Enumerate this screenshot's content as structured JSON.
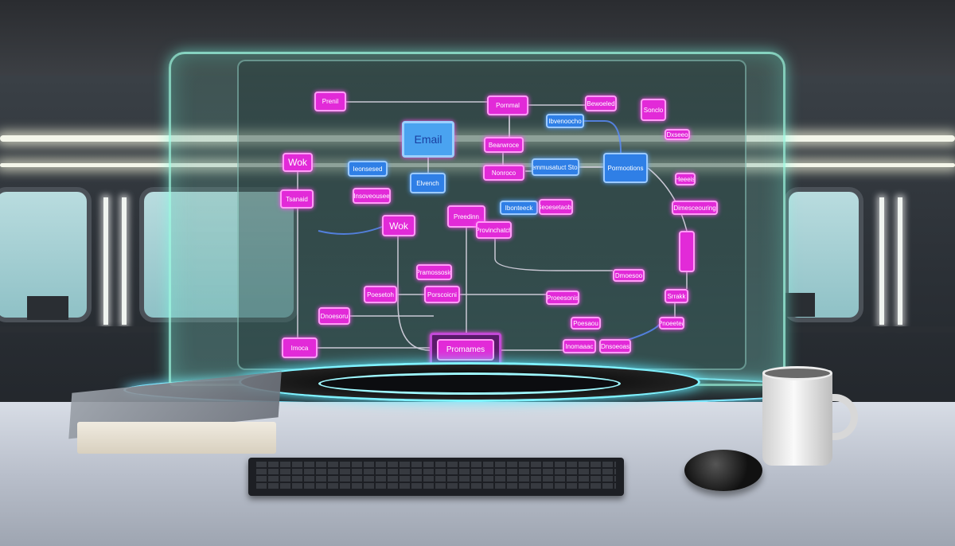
{
  "scene": {
    "description_colors": {
      "node_pink": "#e22ad8",
      "node_blue": "#2f7fe6",
      "glow_cyan": "#7ff2ff"
    }
  },
  "diagram": {
    "nodes": [
      "Prenil",
      "Wok",
      "Tsanaid",
      "Ieonsesed",
      "Email",
      "Pornmal",
      "Bearwroce",
      "Nonroco",
      "Elvench",
      "Insoveousee",
      "Ibvenoocho",
      "Bewoeled",
      "Sonclo",
      "Cemmusatuct Stoce",
      "Pormootions",
      "Dxseeo",
      "Heeeis",
      "Ibonteeck",
      "Beoesetaobs",
      "Dimesceouring",
      "Wok",
      "Preedinn",
      "Provinchatch",
      "Pramossosio",
      "Poesetoh",
      "Porscoicni",
      "Proeesonis",
      "Dmoesoo",
      "Dnoesoru",
      "Srrakk",
      "Pnoeetea",
      "Poesaou",
      "Imoca",
      "Promames",
      "Inomaaac",
      "Dnsoeoas"
    ]
  }
}
